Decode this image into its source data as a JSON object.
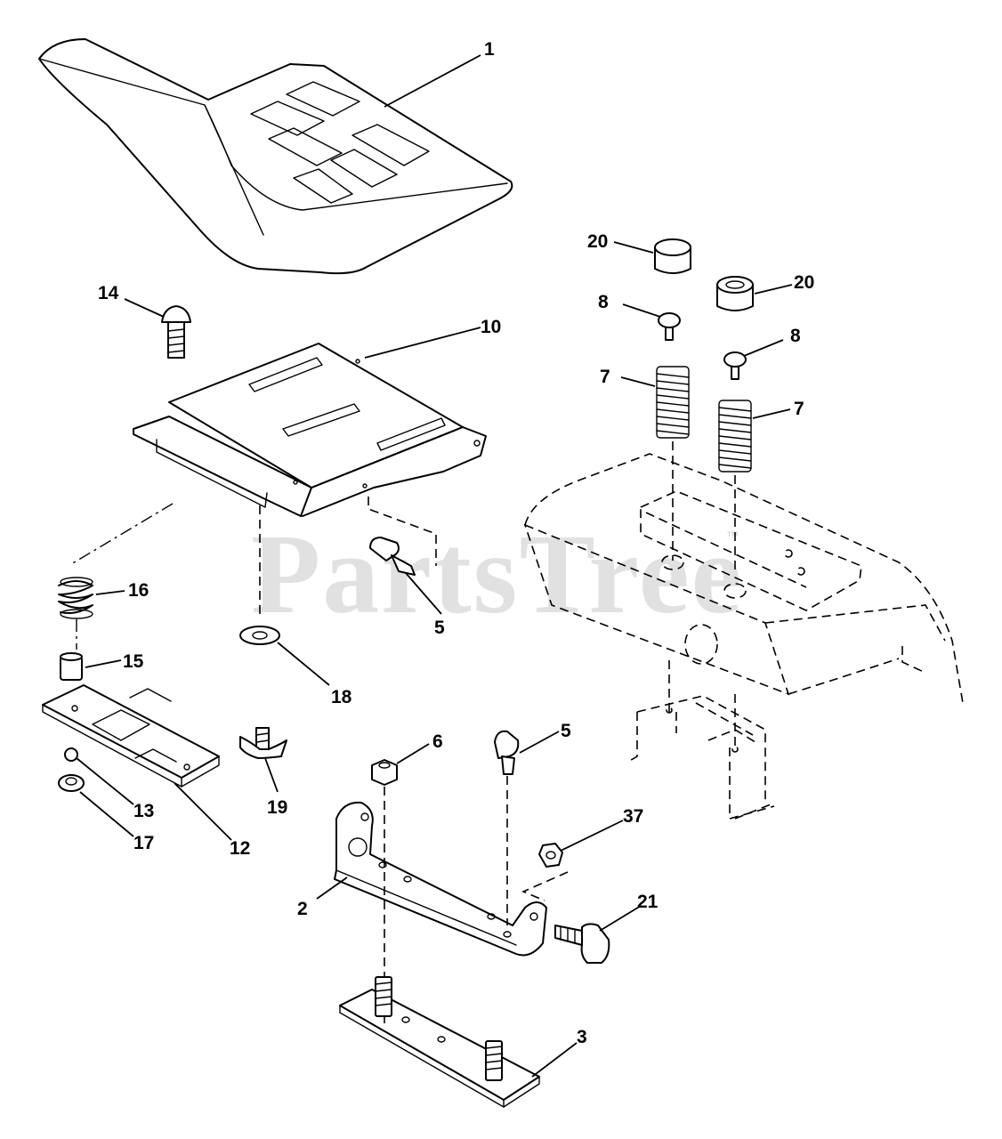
{
  "watermark": {
    "text": "PartsTree",
    "mark": "™"
  },
  "callouts": {
    "c1": "1",
    "c2": "2",
    "c3": "3",
    "c5a": "5",
    "c5b": "5",
    "c6": "6",
    "c7a": "7",
    "c7b": "7",
    "c8a": "8",
    "c8b": "8",
    "c10": "10",
    "c12": "12",
    "c13": "13",
    "c14": "14",
    "c15": "15",
    "c16": "16",
    "c17": "17",
    "c18": "18",
    "c19": "19",
    "c20a": "20",
    "c20b": "20",
    "c21": "21",
    "c37": "37"
  }
}
